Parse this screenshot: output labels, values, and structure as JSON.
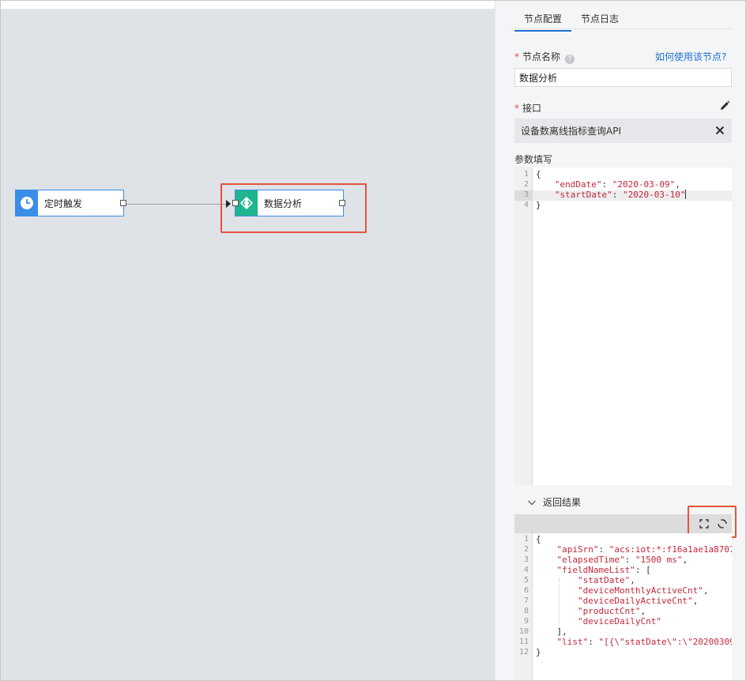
{
  "canvas": {
    "nodes": [
      {
        "label": "定时触发",
        "icon": "clock-icon",
        "color": "#3b8ee8"
      },
      {
        "label": "数据分析",
        "icon": "code-icon",
        "color": "#1fb58f"
      }
    ],
    "highlight_color": "#e5533b"
  },
  "panel": {
    "tabs": [
      {
        "label": "节点配置",
        "active": true
      },
      {
        "label": "节点日志",
        "active": false
      }
    ],
    "node_name": {
      "required_mark": "*",
      "label": "节点名称",
      "help_icon": "?",
      "value": "数据分析"
    },
    "help_link": "如何使用该节点?",
    "interface": {
      "required_mark": "*",
      "label": "接口",
      "value": "设备数离线指标查询API"
    },
    "params": {
      "label": "参数填写",
      "lines": [
        {
          "n": "1",
          "text": "{"
        },
        {
          "n": "2",
          "key": "\"endDate\"",
          "sep": ": ",
          "val": "\"2020-03-09\"",
          "tail": ","
        },
        {
          "n": "3",
          "key": "\"startDate\"",
          "sep": ": ",
          "val": "\"2020-03-10\"",
          "tail": ""
        },
        {
          "n": "4",
          "text": "}"
        }
      ]
    },
    "result": {
      "label": "返回结果",
      "lines": [
        {
          "n": "1",
          "text": "{"
        },
        {
          "n": "2",
          "key": "\"apiSrn\"",
          "sep": ": ",
          "val": "\"acs:iot:*:f16a1ae1a8707\"",
          "tail": ""
        },
        {
          "n": "3",
          "key": "\"elapsedTime\"",
          "sep": ": ",
          "val": "\"1500 ms\"",
          "tail": ","
        },
        {
          "n": "4",
          "key": "\"fieldNameList\"",
          "sep": ": [",
          "val": "",
          "tail": ""
        },
        {
          "n": "5",
          "val": "\"statDate\"",
          "tail": ","
        },
        {
          "n": "6",
          "val": "\"deviceMonthlyActiveCnt\"",
          "tail": ","
        },
        {
          "n": "7",
          "val": "\"deviceDailyActiveCnt\"",
          "tail": ","
        },
        {
          "n": "8",
          "val": "\"productCnt\"",
          "tail": ","
        },
        {
          "n": "9",
          "val": "\"deviceDailyCnt\"",
          "tail": ""
        },
        {
          "n": "10",
          "text": "],"
        },
        {
          "n": "11",
          "key": "\"list\"",
          "sep": ": ",
          "val": "\"[{\\\"statDate\\\":\\\"20200309\"",
          "tail": ""
        },
        {
          "n": "12",
          "text": "}"
        }
      ]
    }
  }
}
